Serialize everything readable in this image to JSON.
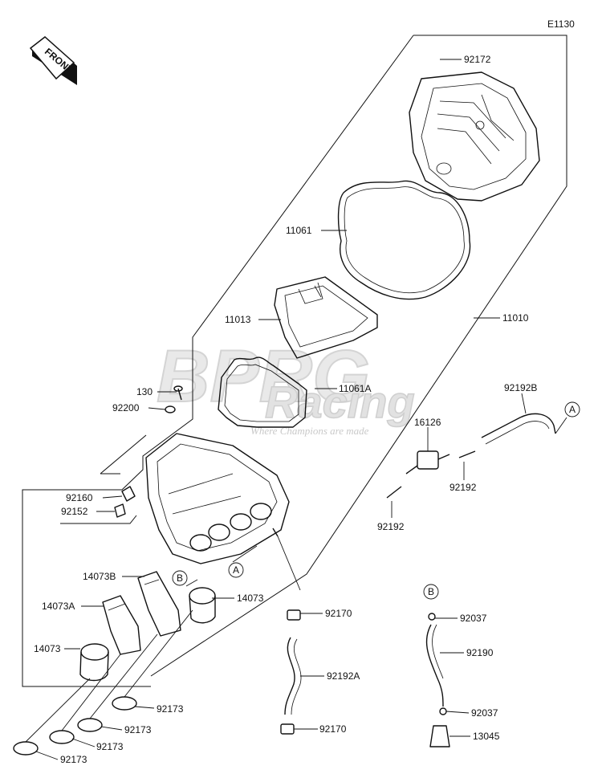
{
  "diagram_code": "E1130",
  "front_label": "FRONT",
  "watermark": {
    "brand": "BPRG",
    "sub": "Racing",
    "tagline": "Where Champions are made"
  },
  "callouts": {
    "c92172": "92172",
    "c11061": "11061",
    "c11013": "11013",
    "c11010": "11010",
    "c11061A": "11061A",
    "c130": "130",
    "c92200": "92200",
    "c92160": "92160",
    "c92152": "92152",
    "c92192B": "92192B",
    "c16126": "16126",
    "c92192_r": "92192",
    "c92192_l": "92192",
    "c14073B": "14073B",
    "c14073A": "14073A",
    "c14073_r": "14073",
    "c14073_l": "14073",
    "c92170_top": "92170",
    "c92192A": "92192A",
    "c92170_bot": "92170",
    "c92173_1": "92173",
    "c92173_2": "92173",
    "c92173_3": "92173",
    "c92173_4": "92173",
    "c92037_top": "92037",
    "c92190": "92190",
    "c92037_bot": "92037",
    "c13045": "13045"
  },
  "ref_markers": {
    "a_main": "A",
    "a_hose": "A",
    "b_main": "B",
    "b_hose": "B"
  }
}
